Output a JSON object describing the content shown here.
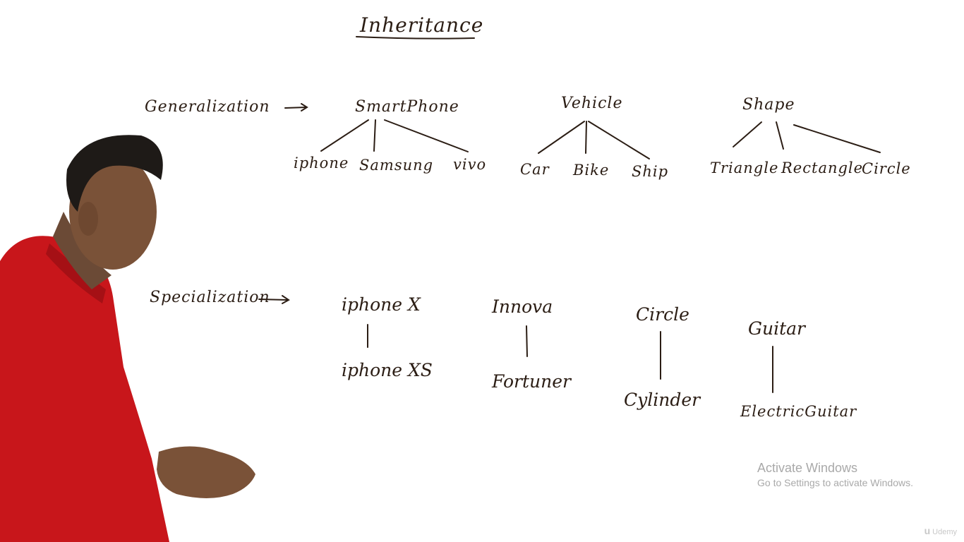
{
  "title": "Inheritance",
  "generalization": {
    "label": "Generalization",
    "hierarchies": [
      {
        "parent": "SmartPhone",
        "children": [
          "iphone",
          "Samsung",
          "vivo"
        ]
      },
      {
        "parent": "Vehicle",
        "children": [
          "Car",
          "Bike",
          "Ship"
        ]
      },
      {
        "parent": "Shape",
        "children": [
          "Triangle",
          "Rectangle",
          "Circle"
        ]
      }
    ]
  },
  "specialization": {
    "label": "Specialization",
    "pairs": [
      {
        "parent": "iphone X",
        "child": "iphone XS"
      },
      {
        "parent": "Innova",
        "child": "Fortuner"
      },
      {
        "parent": "Circle",
        "child": "Cylinder"
      },
      {
        "parent": "Guitar",
        "child": "ElectricGuitar"
      }
    ]
  },
  "windows_notice": {
    "title": "Activate Windows",
    "subtitle": "Go to Settings to activate Windows."
  },
  "watermark": "Udemy",
  "colors": {
    "ink": "#2b1d14",
    "shirt": "#c8161b",
    "background": "#ffffff"
  }
}
